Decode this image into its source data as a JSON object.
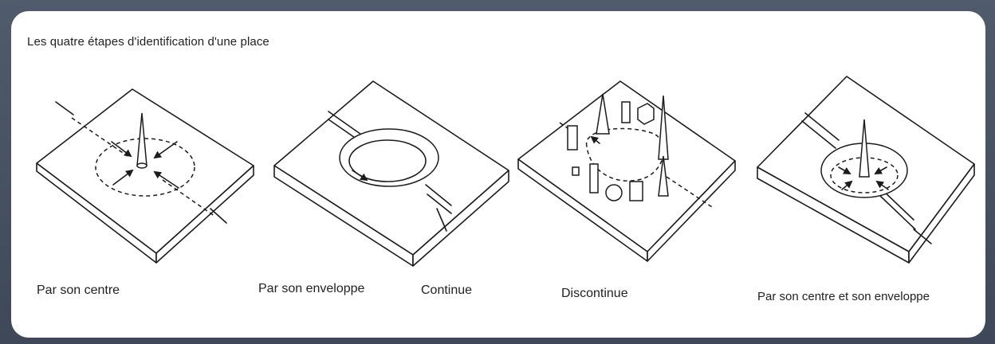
{
  "title": "Les quatre étapes d'identification d'une place",
  "figures": [
    {
      "caption": "Par son centre"
    },
    {
      "caption": "Par son enveloppe"
    },
    {
      "caption": "Continue"
    },
    {
      "caption": "Discontinue"
    },
    {
      "caption": "Par son centre et son enveloppe"
    }
  ]
}
